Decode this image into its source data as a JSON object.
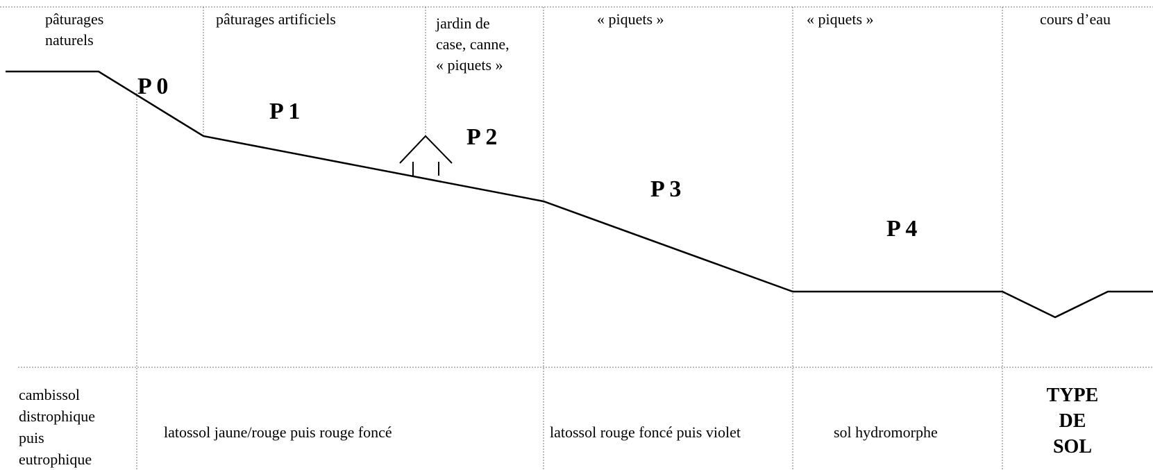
{
  "land_use": {
    "col0": "pâturages\nnaturels",
    "col1": "pâturages artificiels",
    "col2": "jardin de\ncase, canne,\n« piquets »",
    "col3": "« piquets »",
    "col4": "« piquets »",
    "col5": "cours d’eau"
  },
  "plots": {
    "p0": "P 0",
    "p1": "P 1",
    "p2": "P 2",
    "p3": "P 3",
    "p4": "P 4"
  },
  "soils": {
    "s0": "cambissol\ndistrophique\npuis\neutrophique",
    "s1": "latossol jaune/rouge puis rouge foncé",
    "s2": "latossol rouge foncé puis violet",
    "s3": "sol hydromorphe",
    "header": "TYPE\nDE\nSOL"
  },
  "colors": {
    "line": "#000000",
    "grid": "#777777"
  },
  "icons": {
    "house": "house-icon"
  }
}
